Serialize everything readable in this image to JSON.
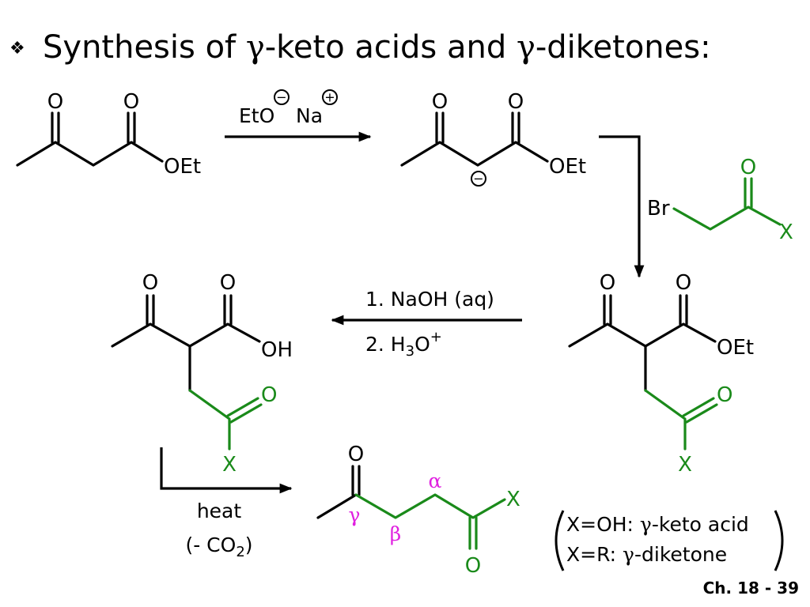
{
  "slide": {
    "title_bullet": "❖",
    "title_part1": "Synthesis of ",
    "gamma": "γ",
    "title_part2": "-keto acids and ",
    "title_part3": "-diketones:",
    "footer": "Ch. 18 - 39"
  },
  "labels": {
    "O": "O",
    "OEt": "OEt",
    "OH": "OH",
    "X": "X",
    "Br": "Br",
    "minus": "−",
    "plus": "+"
  },
  "reagents": {
    "step1_EtO": "EtO",
    "step1_Na": "Na",
    "step3_line1": "1. NaOH (aq)",
    "step3_line2_a": "2. H",
    "step3_line2_sub": "3",
    "step3_line2_b": "O",
    "step3_line2_sup": "+",
    "step4_line1": "heat",
    "step4_line2_a": "(- CO",
    "step4_line2_sub": "2",
    "step4_line2_b": ")"
  },
  "greek_positions": {
    "gamma": "γ",
    "beta": "β",
    "alpha": "α"
  },
  "note": {
    "line1_a": "X=OH: ",
    "line1_b": "-keto acid",
    "line2_a": "X=R: ",
    "line2_b": "-diketone"
  },
  "colors": {
    "added_fragment": "#1a8a1a",
    "greek_labels": "#e020e0"
  }
}
